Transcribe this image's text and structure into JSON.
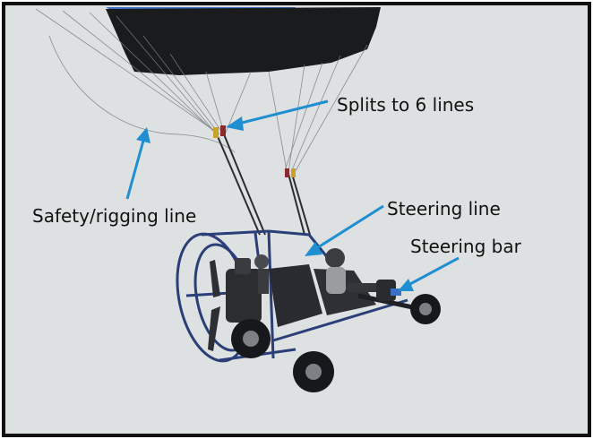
{
  "colors": {
    "sky": "#dee1e2",
    "canopy_dark": "#1a1b1d",
    "canopy_blue": "#3a6fc4",
    "arrow": "#1f8fd1",
    "frame_blue": "#2a3f78",
    "border": "#111111",
    "text": "#111111"
  },
  "labels": {
    "splits": "Splits to 6 lines",
    "safety": "Safety/rigging line",
    "steering_line": "Steering line",
    "steering_bar": "Steering bar"
  }
}
